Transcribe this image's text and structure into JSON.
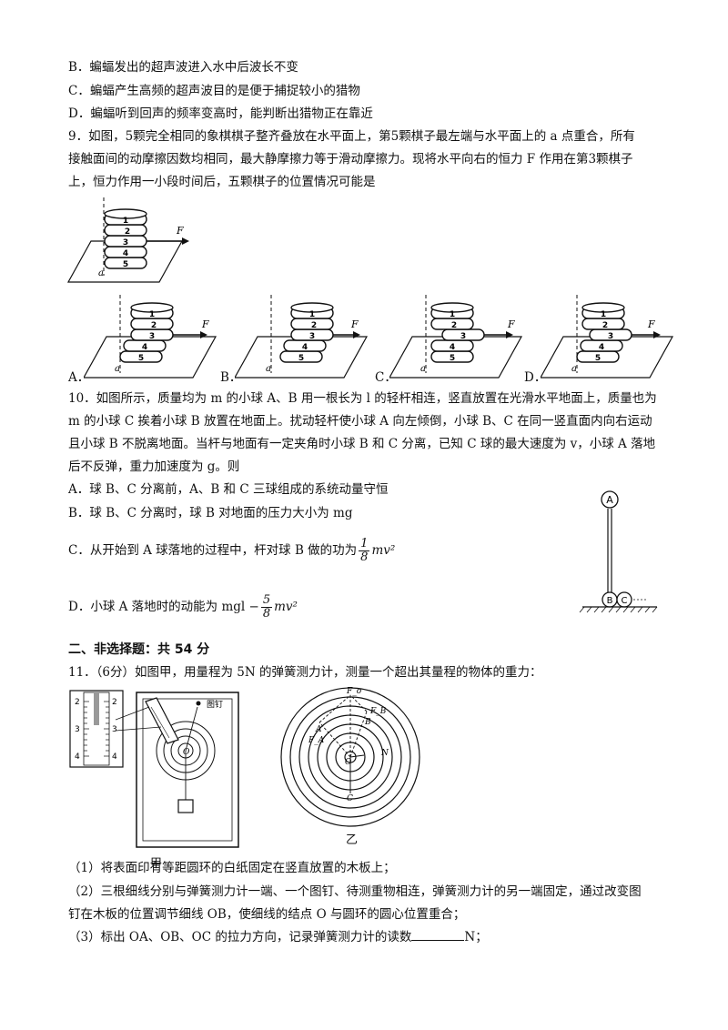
{
  "q8": {
    "optB": "B．蝙蝠发出的超声波进入水中后波长不变",
    "optC": "C．蝙蝠产生高频的超声波目的是便于捕捉较小的猎物",
    "optD": "D．蝙蝠听到回声的频率变高时，能判断出猎物正在靠近"
  },
  "q9": {
    "line1": "9．如图，5颗完全相同的象棋棋子整齐叠放在水平面上，第5颗棋子最左端与水平面上的 a 点重合，所有",
    "line2": "接触面间的动摩擦因数均相同，最大静摩擦力等于滑动摩擦力。现将水平向右的恒力 F 作用在第3颗棋子",
    "line3": "上，恒力作用一小段时间后，五颗棋子的位置情况可能是",
    "labels": [
      "A．",
      "B．",
      "C．",
      "D．"
    ],
    "force": "F",
    "point": "a",
    "pieces": [
      "1",
      "2",
      "3",
      "4",
      "5"
    ]
  },
  "q10": {
    "line1": "10．如图所示，质量均为 m 的小球 A、B 用一根长为 l 的轻杆相连，竖直放置在光滑水平地面上，质量也为",
    "line2": "m 的小球 C 挨着小球 B 放置在地面上。扰动轻杆使小球 A 向左倾倒，小球 B、C 在同一竖直面内向右运动",
    "line3": "且小球 B 不脱离地面。当杆与地面有一定夹角时小球 B 和 C 分离，已知 C 球的最大速度为 v，小球 A 落地",
    "line4": "后不反弹，重力加速度为 g。则",
    "optA": "A．球 B、C 分离前，A、B 和 C 三球组成的系统动量守恒",
    "optB": "B．球 B、C 分离时，球 B 对地面的压力大小为 mg",
    "optC_pre": "C．从开始到 A 球落地的过程中，杆对球 B 做的功为",
    "optC_num": "1",
    "optC_den": "8",
    "optC_post": "mv²",
    "optD_pre": "D．小球 A 落地时的动能为 mgl −",
    "optD_num": "5",
    "optD_den": "8",
    "optD_post": "mv²",
    "ballA": "A",
    "ballB": "B",
    "ballC": "C"
  },
  "section2": {
    "title": "二、非选择题：共 54 分"
  },
  "q11": {
    "intro": "11．（6分）如图甲，用量程为 5N 的弹簧测力计，测量一个超出其量程的物体的重力：",
    "fig1_label": "甲",
    "fig2_label": "乙",
    "pin_label": "图钉",
    "scale_ticks": [
      "2",
      "3",
      "4"
    ],
    "step1": "（1）将表面印有等距圆环的白纸固定在竖直放置的木板上；",
    "step2a": "（2）三根细线分别与弹簧测力计一端、一个图钉、待测重物相连，弹簧测力计的另一端固定，通过改变图",
    "step2b": "钉在木板的位置调节细线 OB，使细线的结点 O 与圆环的圆心位置重合；",
    "step3_pre": "（3）标出 OA、OB、OC 的拉力方向，记录弹簧测力计的读数",
    "step3_post": "N；",
    "fig2_letters": {
      "A": "A",
      "B": "B",
      "C": "C",
      "O": "O",
      "N": "N",
      "Fa": "F_A",
      "Fb": "F_B",
      "Fc": "F_o"
    }
  }
}
